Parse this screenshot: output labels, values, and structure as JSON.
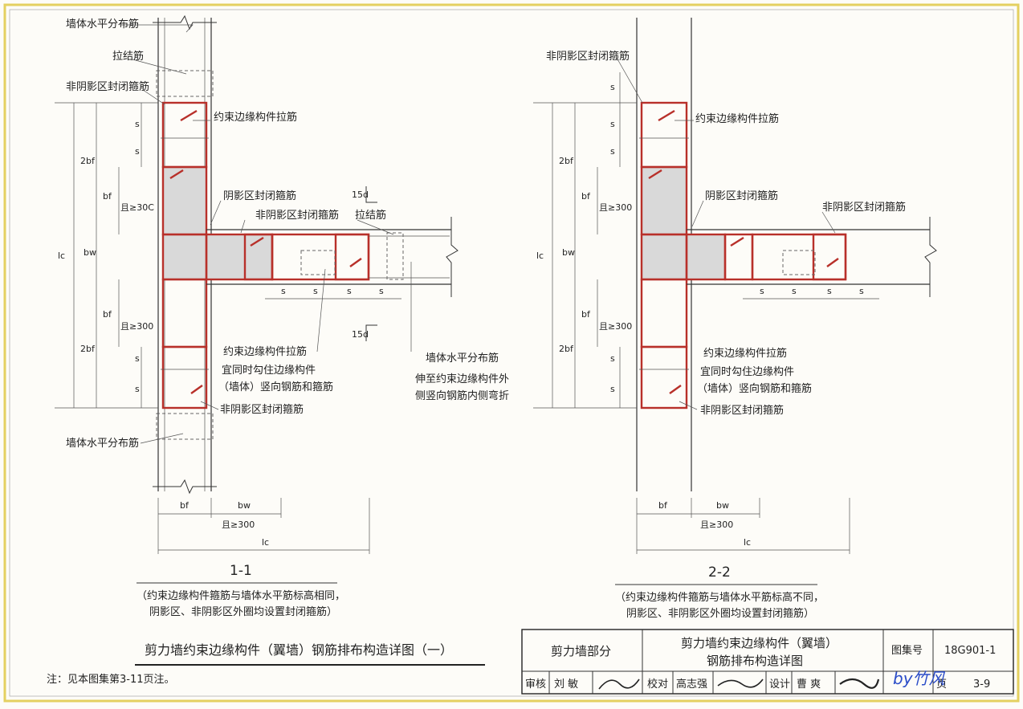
{
  "labels": {
    "horiz_bar_top": "墙体水平分布筋",
    "tie_bar": "拉结筋",
    "non_shadow_hoop_1": "非阴影区封闭箍筋",
    "boundary_tie_1": "约束边缘构件拉筋",
    "shadow_hoop_1": "阴影区封闭箍筋",
    "non_shadow_hoop_2": "非阴影区封闭箍筋",
    "tie_bar_2": "拉结筋",
    "boundary_tie_2": "约束边缘构件拉筋",
    "hook_note_1": "宜同时勾住边缘构件",
    "hook_note_2": "（墙体）竖向钢筋和箍筋",
    "non_shadow_hoop_3": "非阴影区封闭箍筋",
    "horiz_bar_bottom": "墙体水平分布筋",
    "horiz_bar_right": "墙体水平分布筋",
    "extend_note_1": "伸至约束边缘构件外",
    "extend_note_2": "侧竖向钢筋内侧弯折",
    "r_non_shadow_hoop_1": "非阴影区封闭箍筋",
    "r_boundary_tie_1": "约束边缘构件拉筋",
    "r_shadow_hoop": "阴影区封闭箍筋",
    "r_non_shadow_hoop_2": "非阴影区封闭箍筋",
    "r_boundary_tie_2": "约束边缘构件拉筋",
    "r_hook_note_1": "宜同时勾住边缘构件",
    "r_hook_note_2": "（墙体）竖向钢筋和箍筋",
    "r_non_shadow_hoop_3": "非阴影区封闭箍筋"
  },
  "dims": {
    "s": "s",
    "bf": "bf",
    "bw": "bw",
    "two_bf": "2bf",
    "ge300": "且≥300",
    "ge300c": "且≥30C",
    "lc": "lc",
    "d15": "15d"
  },
  "sections": {
    "left_title": "1-1",
    "left_note_1": "（约束边缘构件箍筋与墙体水平筋标高相同，",
    "left_note_2": "阴影区、非阴影区外圈均设置封闭箍筋）",
    "right_title": "2-2",
    "right_note_1": "（约束边缘构件箍筋与墙体水平筋标高不同，",
    "right_note_2": "阴影区、非阴影区外圈均设置封闭箍筋）"
  },
  "page_title": "剪力墙约束边缘构件（翼墙）钢筋排布构造详图（一）",
  "footnote": "注：见本图集第3-11页注。",
  "title_block": {
    "part": "剪力墙部分",
    "drawing_title_1": "剪力墙约束边缘构件（翼墙）",
    "drawing_title_2": "钢筋排布构造详图",
    "atlas_label": "图集号",
    "atlas_no": "18G901-1",
    "review_label": "审核",
    "reviewer": "刘 敏",
    "check_label": "校对",
    "checker": "高志强",
    "design_label": "设计",
    "designer": "曹 爽",
    "page_label": "页",
    "page_no": "3-9"
  },
  "watermark": "by竹风"
}
